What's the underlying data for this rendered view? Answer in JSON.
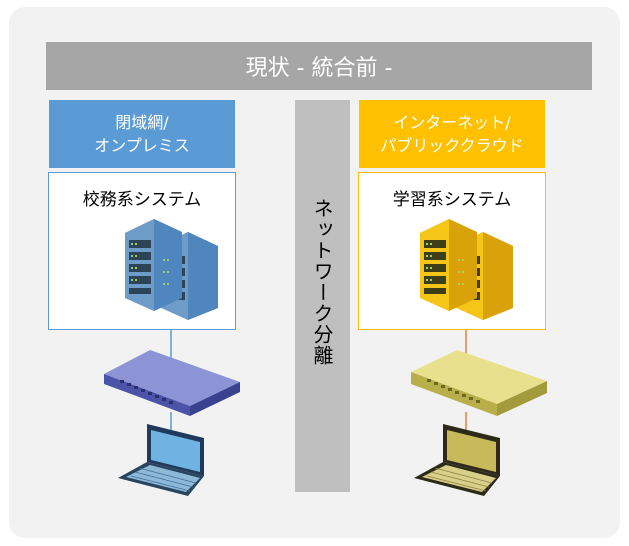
{
  "banner": {
    "title": "現状 - 統合前 -"
  },
  "divider": {
    "label": "ネットワーク分離"
  },
  "left_zone": {
    "header_line1": "閉域網/",
    "header_line2": "オンプレミス",
    "system_label": "校務系システム",
    "color": "#5b9bd5"
  },
  "right_zone": {
    "header_line1": "インターネット/",
    "header_line2": "パブリッククラウド",
    "system_label": "学習系システム",
    "color": "#ffc000"
  },
  "icons": {
    "left": [
      "server-icon",
      "network-switch-icon",
      "laptop-icon"
    ],
    "right": [
      "server-icon",
      "network-switch-icon",
      "laptop-icon"
    ]
  }
}
